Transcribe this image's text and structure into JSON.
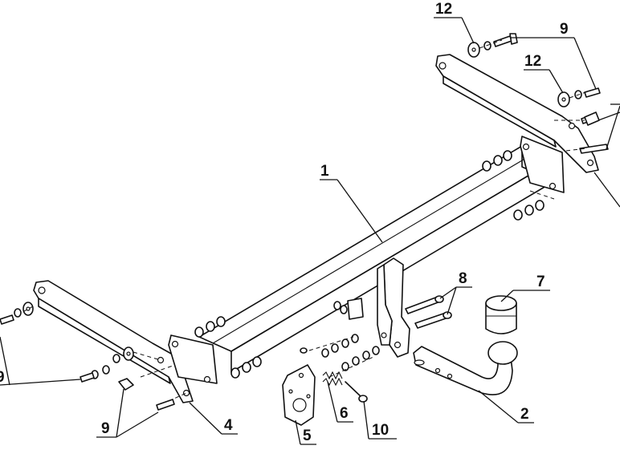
{
  "callouts": {
    "c1": "1",
    "c2": "2",
    "c4": "4",
    "c5": "5",
    "c6": "6",
    "c7": "7",
    "c8": "8",
    "c9a": "9",
    "c9b": "9",
    "c9c": "9",
    "c10": "10",
    "c12a": "12",
    "c12b": "12"
  }
}
